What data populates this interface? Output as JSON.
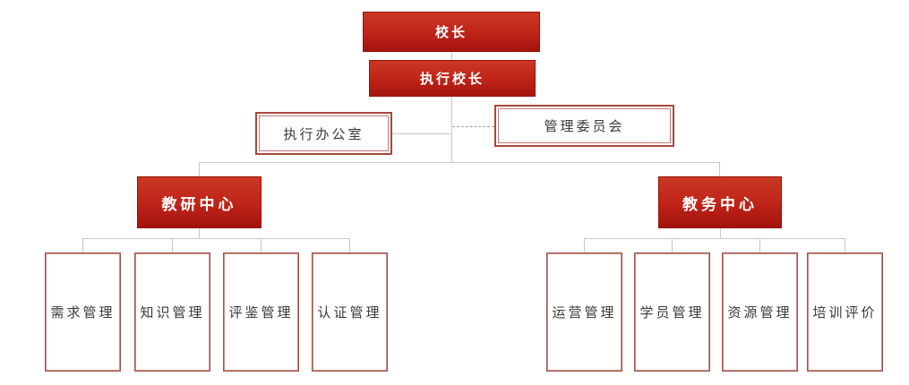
{
  "colors": {
    "red_fill_top": "#ca3823",
    "red_fill_bottom": "#a3130e",
    "red_box_border": "#961109",
    "white_box_border": "#a8473d",
    "sub_box_border": "#9e5148",
    "connector": "#c9c7c4",
    "connector_dashed": "#9a9a98",
    "text_light": "#ffffff",
    "text_dark": "#3a3a3a"
  },
  "org_chart": {
    "root": {
      "label": "校长"
    },
    "executive": {
      "label": "执行校长"
    },
    "staff_left": {
      "label": "执行办公室"
    },
    "staff_right": {
      "label": "管理委员会"
    },
    "branches": [
      {
        "label": "教研中心",
        "children": [
          "需求管理",
          "知识管理",
          "评鉴管理",
          "认证管理"
        ]
      },
      {
        "label": "教务中心",
        "children": [
          "运营管理",
          "学员管理",
          "资源管理",
          "培训评价"
        ]
      }
    ]
  }
}
